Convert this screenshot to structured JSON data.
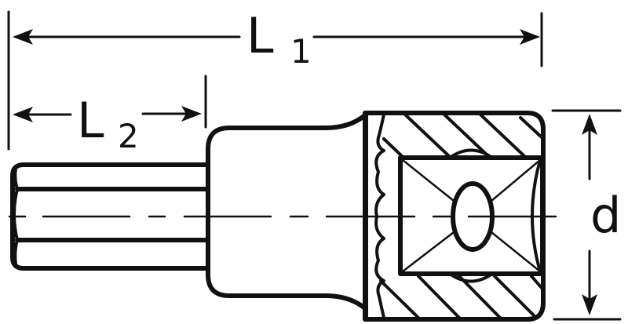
{
  "diagram": {
    "type": "technical-drawing",
    "subject": "hex bit socket (cross-section)",
    "colors": {
      "line": "#111111",
      "background": "#ffffff"
    },
    "dimensions": {
      "L1": {
        "letter": "L",
        "subscript": "1"
      },
      "L2": {
        "letter": "L",
        "subscript": "2"
      },
      "d": {
        "letter": "d"
      }
    }
  }
}
